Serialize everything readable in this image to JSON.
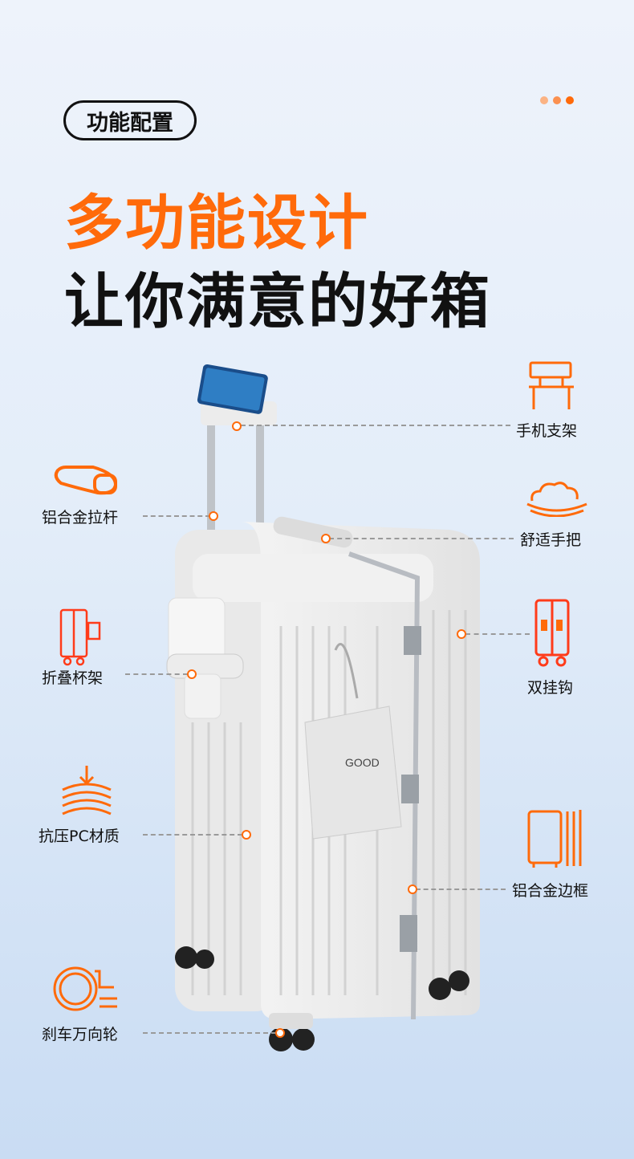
{
  "header": {
    "badge": "功能配置",
    "title_line1": "多功能设计",
    "title_line2": "让你满意的好箱",
    "dots_colors": [
      "#fbb384",
      "#fb9150",
      "#ff6a0a"
    ]
  },
  "accent": "#ff6a0a",
  "product": {
    "bag_text": "GOOD"
  },
  "features": {
    "phone_holder": "手机支架",
    "handle": "舒适手把",
    "double_hook": "双挂钩",
    "alloy_frame": "铝合金边框",
    "trolley": "铝合金拉杆",
    "cup_holder": "折叠杯架",
    "pc_material": "抗压PC材质",
    "wheels": "刹车万向轮"
  }
}
